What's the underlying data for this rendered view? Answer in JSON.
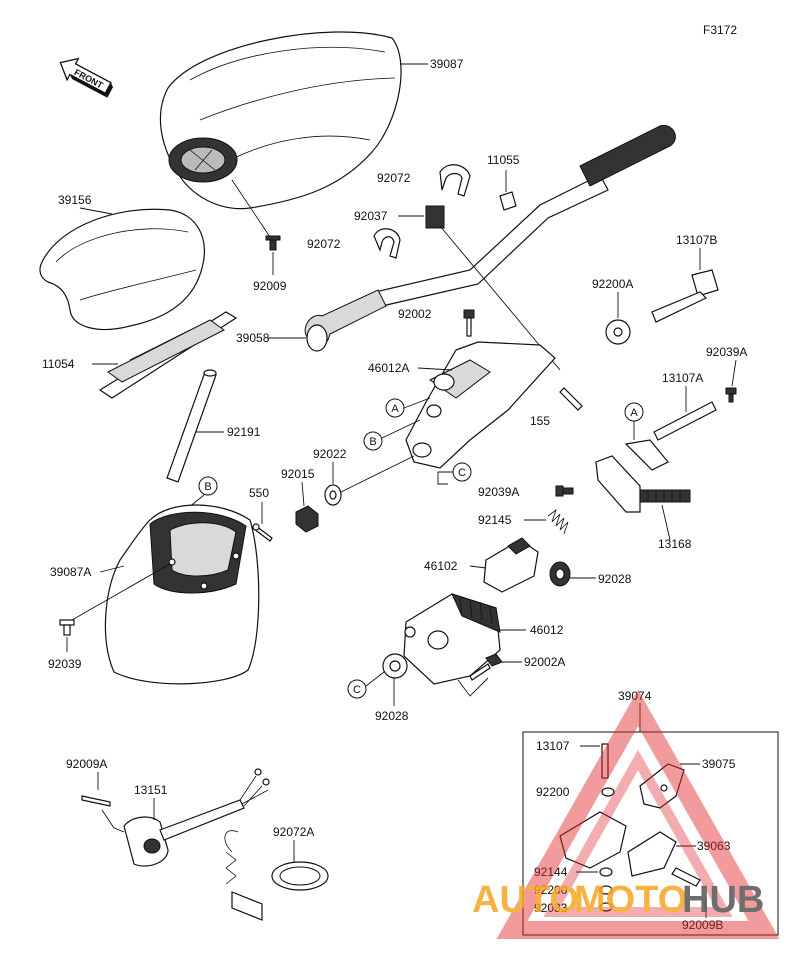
{
  "diagram_code": "F3172",
  "front_arrow_label": "FRONT",
  "watermark": {
    "part1": "AUTO",
    "part2": "MOTO",
    "part3": "HUB",
    "color_orange": "#f5a623",
    "color_grey": "#555555",
    "triangle_color": "#e0282e"
  },
  "refs": {
    "a": "A",
    "b": "B",
    "c": "C"
  },
  "labels": {
    "p39087": "39087",
    "p39156": "39156",
    "p92009": "92009",
    "p92072_top": "92072",
    "p11055": "11055",
    "p92037": "92037",
    "p92072_mid": "92072",
    "p13107B": "13107B",
    "p92200A": "92200A",
    "p92002": "92002",
    "p39058": "39058",
    "p11054": "11054",
    "p46012A": "46012A",
    "p92039A_top": "92039A",
    "p13107A": "13107A",
    "p155": "155",
    "p92191": "92191",
    "p92022": "92022",
    "p92015": "92015",
    "p550": "550",
    "p92039A_mid": "92039A",
    "p13168": "13168",
    "p92145": "92145",
    "p39087A": "39087A",
    "p46102": "46102",
    "p92028_r": "92028",
    "p46012": "46012",
    "p92039": "92039",
    "p92002A": "92002A",
    "p92028_b": "92028",
    "p39074": "39074",
    "p92009A": "92009A",
    "p13151": "13151",
    "p92072A": "92072A",
    "p13107": "13107",
    "p39075": "39075",
    "p92200": "92200",
    "p39063": "39063",
    "p92144": "92144",
    "p92200_b": "92200",
    "p92033": "92033",
    "p92009B": "92009B"
  }
}
